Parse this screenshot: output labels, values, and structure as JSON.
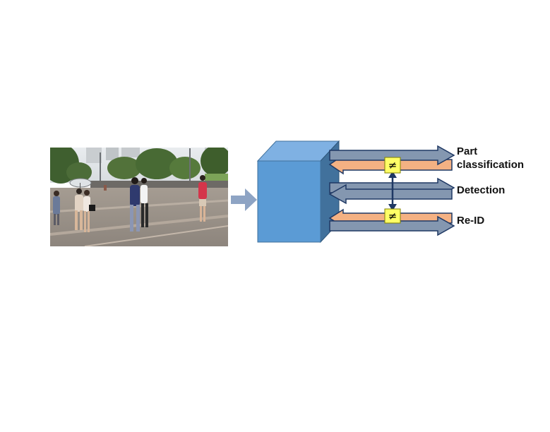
{
  "diagram": {
    "input_image": {
      "icon": "street-scene-photo",
      "description_icon_role": "pedestrian-scene"
    },
    "flow_arrow_icon": "right-arrow-icon",
    "backbone_icon": "cube-icon",
    "branches": [
      {
        "label_lines": [
          "Part",
          "classification"
        ]
      },
      {
        "label_lines": [
          "Detection"
        ]
      },
      {
        "label_lines": [
          "Re-ID"
        ]
      }
    ],
    "inequality_symbol": "≠",
    "colors": {
      "cube_front": "#5b9bd5",
      "cube_top": "#7fb1e3",
      "cube_side": "#41719c",
      "blue_arrow": "#8497b0",
      "orange_arrow": "#f4b183",
      "arrow_stroke": "#1f3864",
      "ne_box": "#ffff66",
      "flow_arrow": "#8ea4c4"
    }
  }
}
